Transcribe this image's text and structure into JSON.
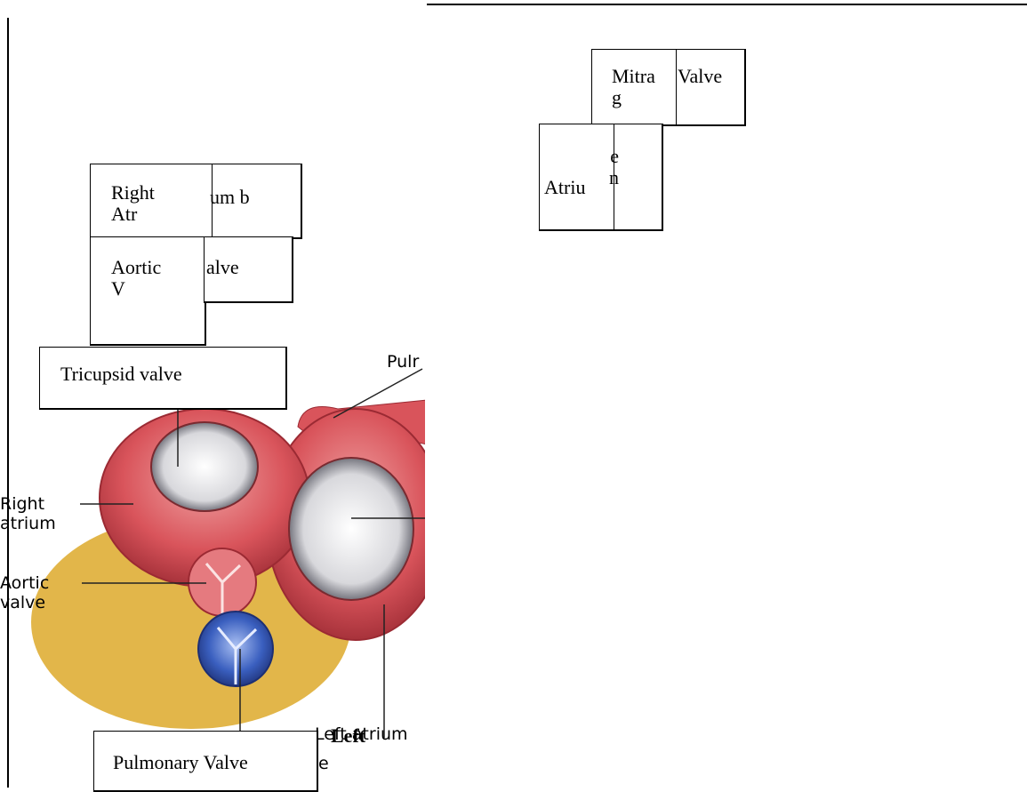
{
  "text_boxes": {
    "mitral_a": "Mitra\ng",
    "mitral_b": "Valve",
    "atrium_a": "Atriu",
    "atrium_b": "e\nn",
    "right_atr_a": "Right\nAtr",
    "right_atr_b": "um b",
    "aortic_a": "Aortic\nV",
    "aortic_b": "alve",
    "tricuspid": "Tricupsid valve",
    "pulmonary": "Pulmonary Valve"
  },
  "figure_labels": {
    "pulm": "Pulr",
    "right_atrium": "Right\natrium",
    "aortic_valve": "Aortic\nvalve",
    "left_atrium": "Left atrium",
    "left_overlay": "Left",
    "valve_fragment": "e"
  },
  "colors": {
    "tissue": "#d9545b",
    "tissue_light": "#f0a3a3",
    "tissue_dark": "#9b2a33",
    "pulmonary_valve": "#3a5fbf",
    "fat": "#e2b64a"
  }
}
